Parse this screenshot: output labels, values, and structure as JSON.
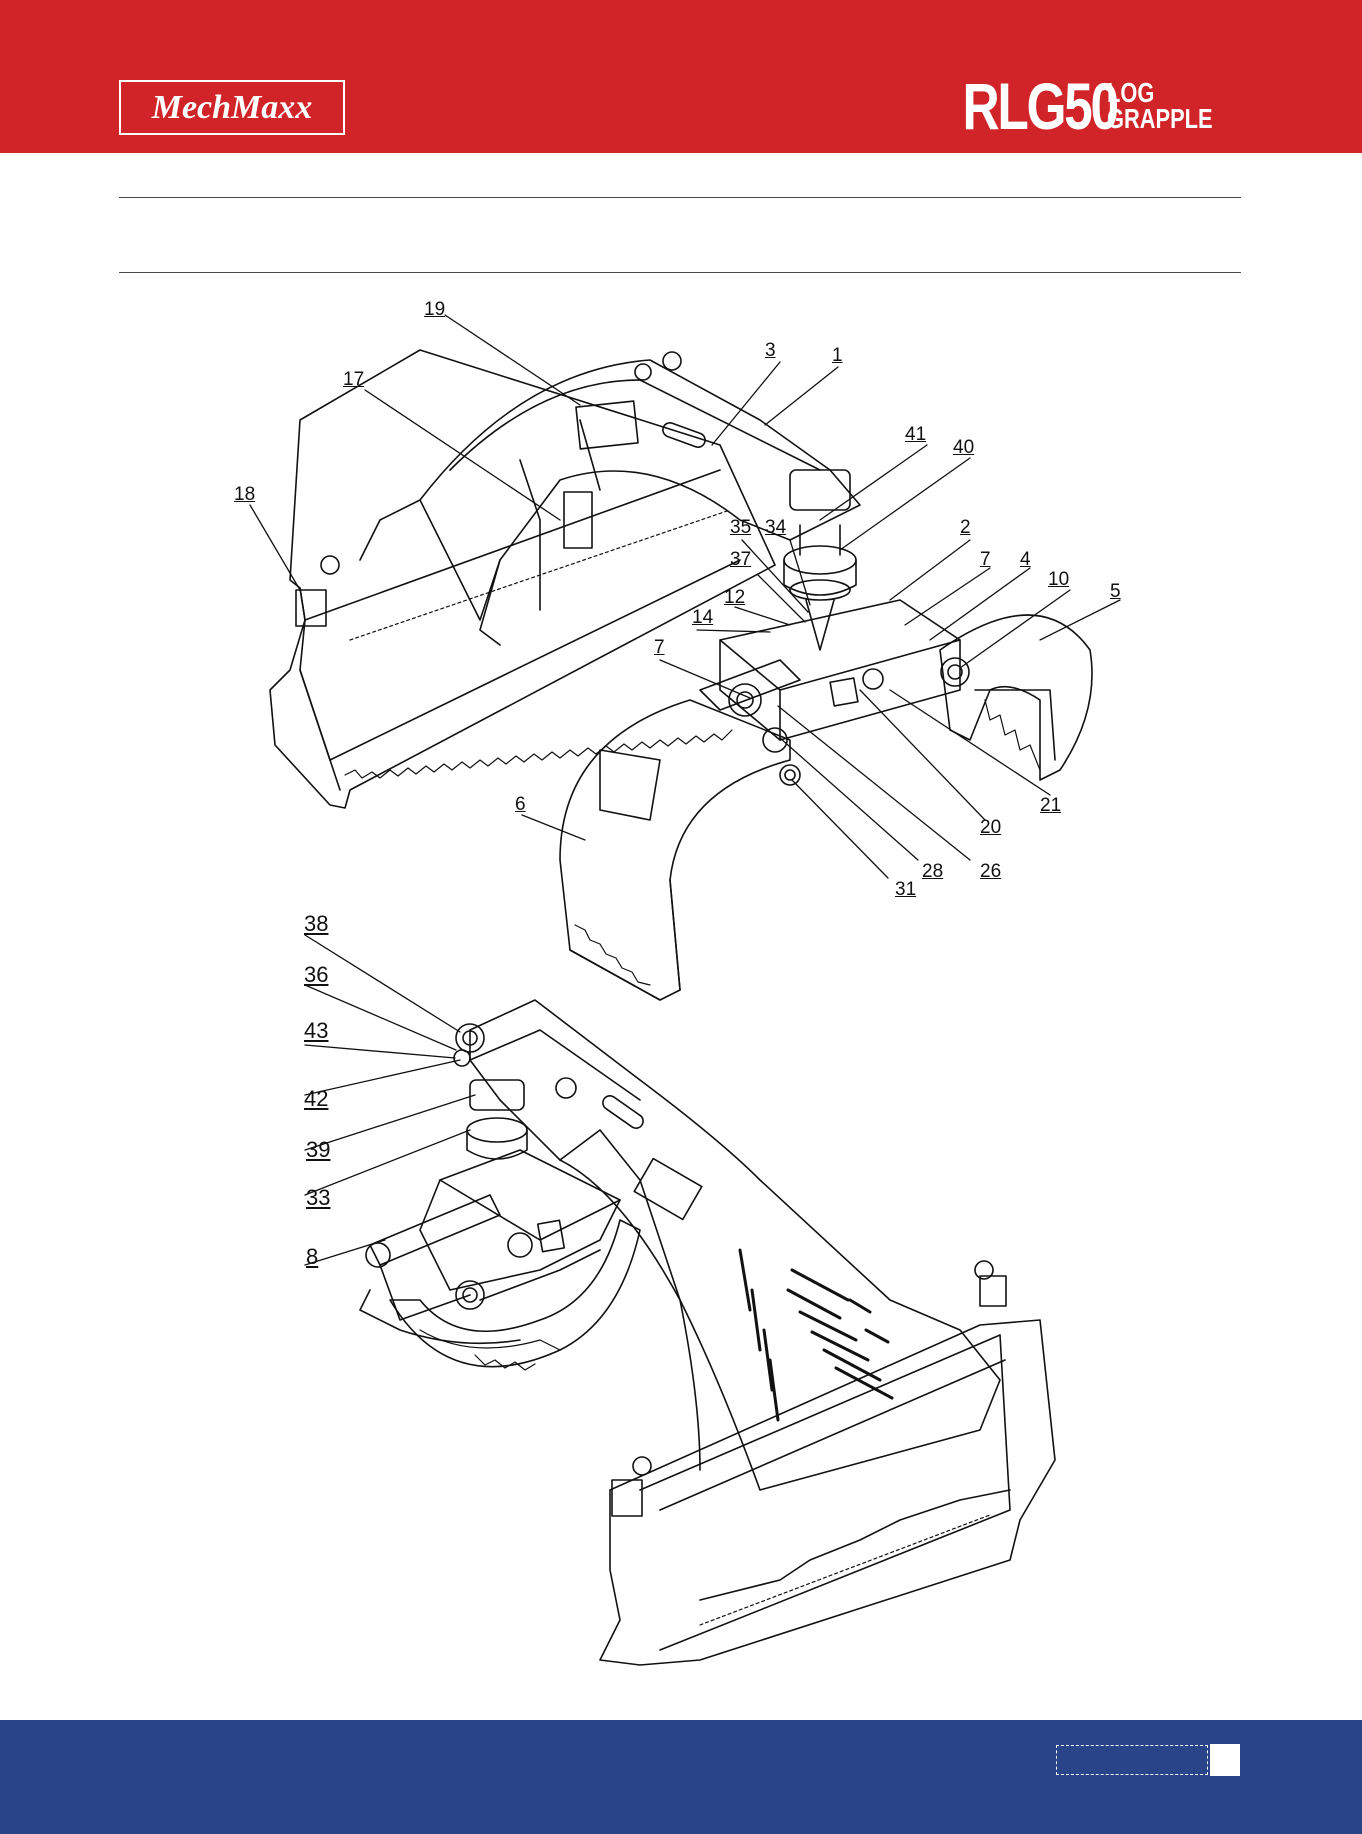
{
  "header": {
    "brand": "MechMaxx",
    "model": "RLG50",
    "product_line1": "LOG",
    "product_line2": "GRAPPLE",
    "color": "#d12428"
  },
  "callouts": {
    "top": [
      "19",
      "3",
      "1",
      "17",
      "41",
      "40",
      "18",
      "35",
      "34",
      "2",
      "37",
      "7",
      "4",
      "10",
      "5",
      "12",
      "14",
      "7",
      "6",
      "21",
      "20",
      "28",
      "26",
      "31"
    ],
    "bottom": [
      "38",
      "36",
      "43",
      "42",
      "39",
      "33",
      "8"
    ]
  },
  "footer": {
    "color": "#29458a"
  }
}
